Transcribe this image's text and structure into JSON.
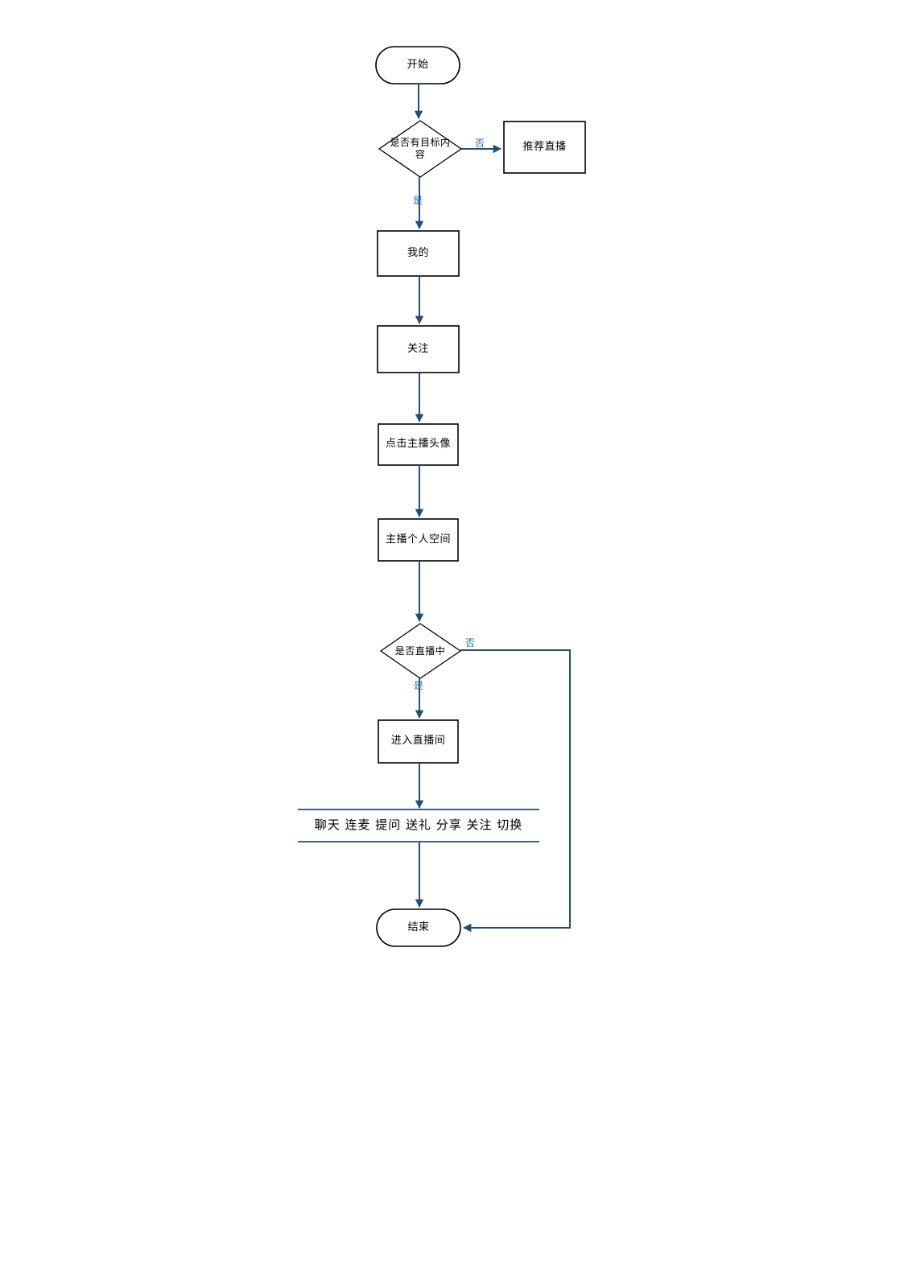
{
  "diagram": {
    "type": "flowchart",
    "orientation": "top-to-bottom",
    "line_color": "#1F4E79",
    "shape_stroke_color": "#000000",
    "shape_fill_color": "#FFFFFF",
    "label_color": "#1F6FB0",
    "nodes": [
      {
        "id": "start",
        "shape": "terminator",
        "label": "开始"
      },
      {
        "id": "d1",
        "shape": "decision",
        "label": "是否有目标内\n容"
      },
      {
        "id": "recommend",
        "shape": "process",
        "label": "推荐直播"
      },
      {
        "id": "mine",
        "shape": "process",
        "label": "我的"
      },
      {
        "id": "follow",
        "shape": "process",
        "label": "关注"
      },
      {
        "id": "avatar",
        "shape": "process",
        "label": "点击主播头像"
      },
      {
        "id": "space",
        "shape": "process",
        "label": "主播个人空间"
      },
      {
        "id": "d2",
        "shape": "decision",
        "label": "是否直播中"
      },
      {
        "id": "enterroom",
        "shape": "process",
        "label": "进入直播间"
      },
      {
        "id": "actions",
        "shape": "band",
        "label": "聊天 连麦 提问 送礼 分享 关注  切换"
      },
      {
        "id": "end",
        "shape": "terminator",
        "label": "结束"
      }
    ],
    "edges": [
      {
        "from": "start",
        "to": "d1",
        "label": ""
      },
      {
        "from": "d1",
        "to": "recommend",
        "label": "否"
      },
      {
        "from": "d1",
        "to": "mine",
        "label": "是"
      },
      {
        "from": "mine",
        "to": "follow",
        "label": ""
      },
      {
        "from": "follow",
        "to": "avatar",
        "label": ""
      },
      {
        "from": "avatar",
        "to": "space",
        "label": ""
      },
      {
        "from": "space",
        "to": "d2",
        "label": ""
      },
      {
        "from": "d2",
        "to": "end",
        "label": "否"
      },
      {
        "from": "d2",
        "to": "enterroom",
        "label": "是"
      },
      {
        "from": "enterroom",
        "to": "actions",
        "label": ""
      },
      {
        "from": "actions",
        "to": "end",
        "label": ""
      }
    ],
    "edge_labels": {
      "d1_no": "否",
      "d1_yes": "是",
      "d2_no": "否",
      "d2_yes": "是"
    },
    "actions_list": [
      "聊天",
      "连麦",
      "提问",
      "送礼",
      "分享",
      "关注",
      "切换"
    ]
  }
}
